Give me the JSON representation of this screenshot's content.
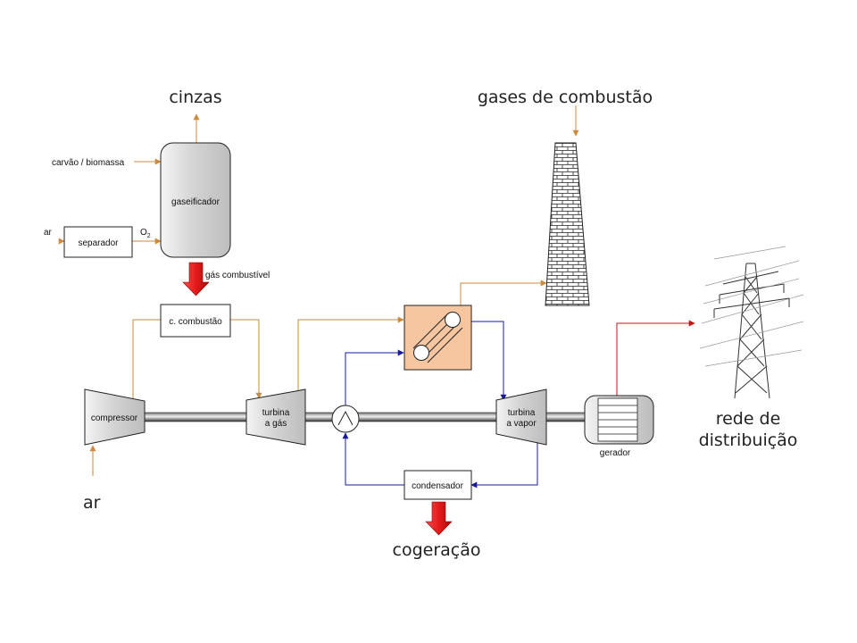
{
  "labels": {
    "cinzas": "cinzas",
    "gases": "gases de combustão",
    "fuel_input": "carvão / biomassa",
    "gasifier": "gaseificador",
    "air_top": "ar",
    "separator": "separador",
    "oxygen": "O",
    "oxygen_sub": "2",
    "fuel_gas": "gás combustível",
    "combustor": "c. combustão",
    "compressor": "compressor",
    "gas_turbine_1": "turbina",
    "gas_turbine_2": "a gás",
    "steam_turbine_1": "turbina",
    "steam_turbine_2": "a vapor",
    "generator": "gerador",
    "condenser": "condensador",
    "air_bottom": "ar",
    "cogeneration": "cogeração",
    "grid_1": "rede de",
    "grid_2": "distribuição"
  },
  "colors": {
    "gas_flow": "#cc8a40",
    "water_flow": "#1a1aa0",
    "power_line": "#c41616",
    "heat_arrow": "#e31a1a",
    "hrsg_fill": "#f6c6a0"
  }
}
